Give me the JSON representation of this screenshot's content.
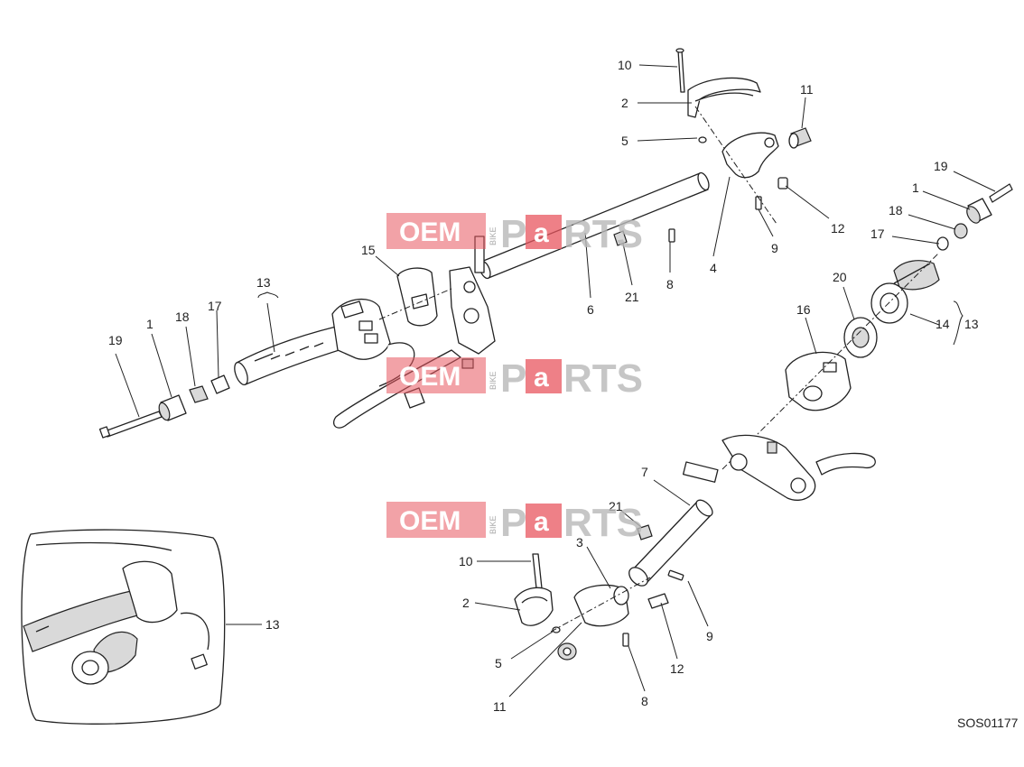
{
  "diagram": {
    "code": "SOS01177",
    "labels": {
      "l10a": "10",
      "l2a": "2",
      "l5a": "5",
      "l11a": "11",
      "l12a": "12",
      "l9a": "9",
      "l4": "4",
      "l6": "6",
      "l8a": "8",
      "l21a": "21",
      "l15": "15",
      "l13a": "13",
      "l19a": "19",
      "l1a": "1",
      "l18a": "18",
      "l17a": "17",
      "l19b": "19",
      "l1b": "1",
      "l18b": "18",
      "l17b": "17",
      "l20": "20",
      "l16": "16",
      "l14": "14",
      "l13b": "13",
      "l7": "7",
      "l21b": "21",
      "l3": "3",
      "l10b": "10",
      "l2b": "2",
      "l5b": "5",
      "l11b": "11",
      "l12b": "12",
      "l9b": "9",
      "l8b": "8",
      "l13c": "13"
    }
  },
  "watermark": {
    "oem": "OEM",
    "bike": "BIKE",
    "p": "P",
    "a": "a",
    "rts": "RTS"
  },
  "colors": {
    "watermark_red": "#e8565f",
    "watermark_grey": "#b9b9b9",
    "line": "#222222"
  }
}
